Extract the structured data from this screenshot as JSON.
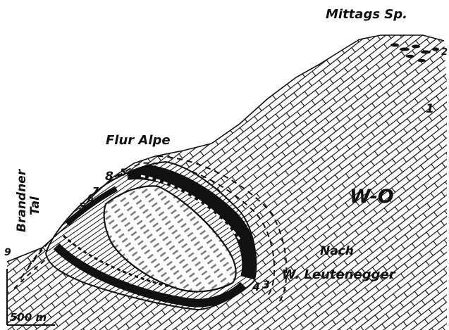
{
  "labels": {
    "mittags_sp": "Mittags Sp.",
    "flur_alpe": "Flur Alpe",
    "brandner": "Brandner",
    "tal": "Tal",
    "w_o": "W-O",
    "nach": "Nach",
    "leutenegger": "W. Leutenegger",
    "scale": "500 m"
  },
  "layer_numbers": {
    "n1": "1",
    "n2": "2",
    "n3": "3",
    "n4": "4",
    "n5_upper": "5",
    "n5_left": "5",
    "n6": "6",
    "n7": "7",
    "n8": "8",
    "n9": "9"
  },
  "colors": {
    "ink": "#111111",
    "paper": "#ffffff"
  }
}
